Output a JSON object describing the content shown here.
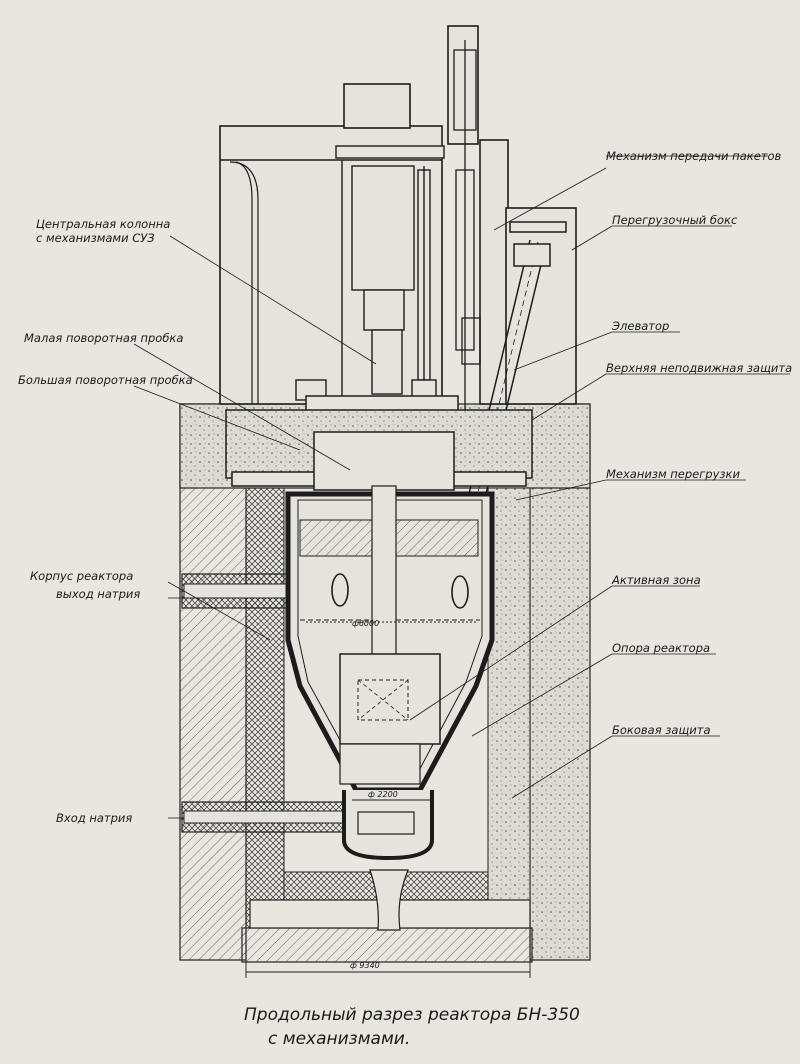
{
  "labels": {
    "mechanism_transfer": "Механизм передачи пакетов",
    "central_column_1": "Центральная колонна",
    "central_column_2": "с механизмами СУЗ",
    "reload_box": "Перегрузочный бокс",
    "elevator": "Элеватор",
    "small_plug": "Малая поворотная пробка",
    "upper_shield": "Верхняя неподвижная защита",
    "large_plug": "Большая поворотная пробка",
    "reload_mech": "Механизм перегрузки",
    "vessel": "Корпус реактора",
    "sodium_out": "выход натрия",
    "core": "Активная зона",
    "support": "Опора реактора",
    "side_shield": "Боковая защита",
    "sodium_in": "Вход натрия"
  },
  "dimensions": {
    "d_vessel": "ф6000",
    "d_bottom": "ф 2200",
    "d_pit": "ф 9340"
  },
  "caption": {
    "line1": "Продольный разрез реактора БН-350",
    "line2": "с механизмами."
  },
  "colors": {
    "paper": "#e8e6df",
    "ink": "#1c1c1c",
    "concrete": "#d9d6ce"
  }
}
